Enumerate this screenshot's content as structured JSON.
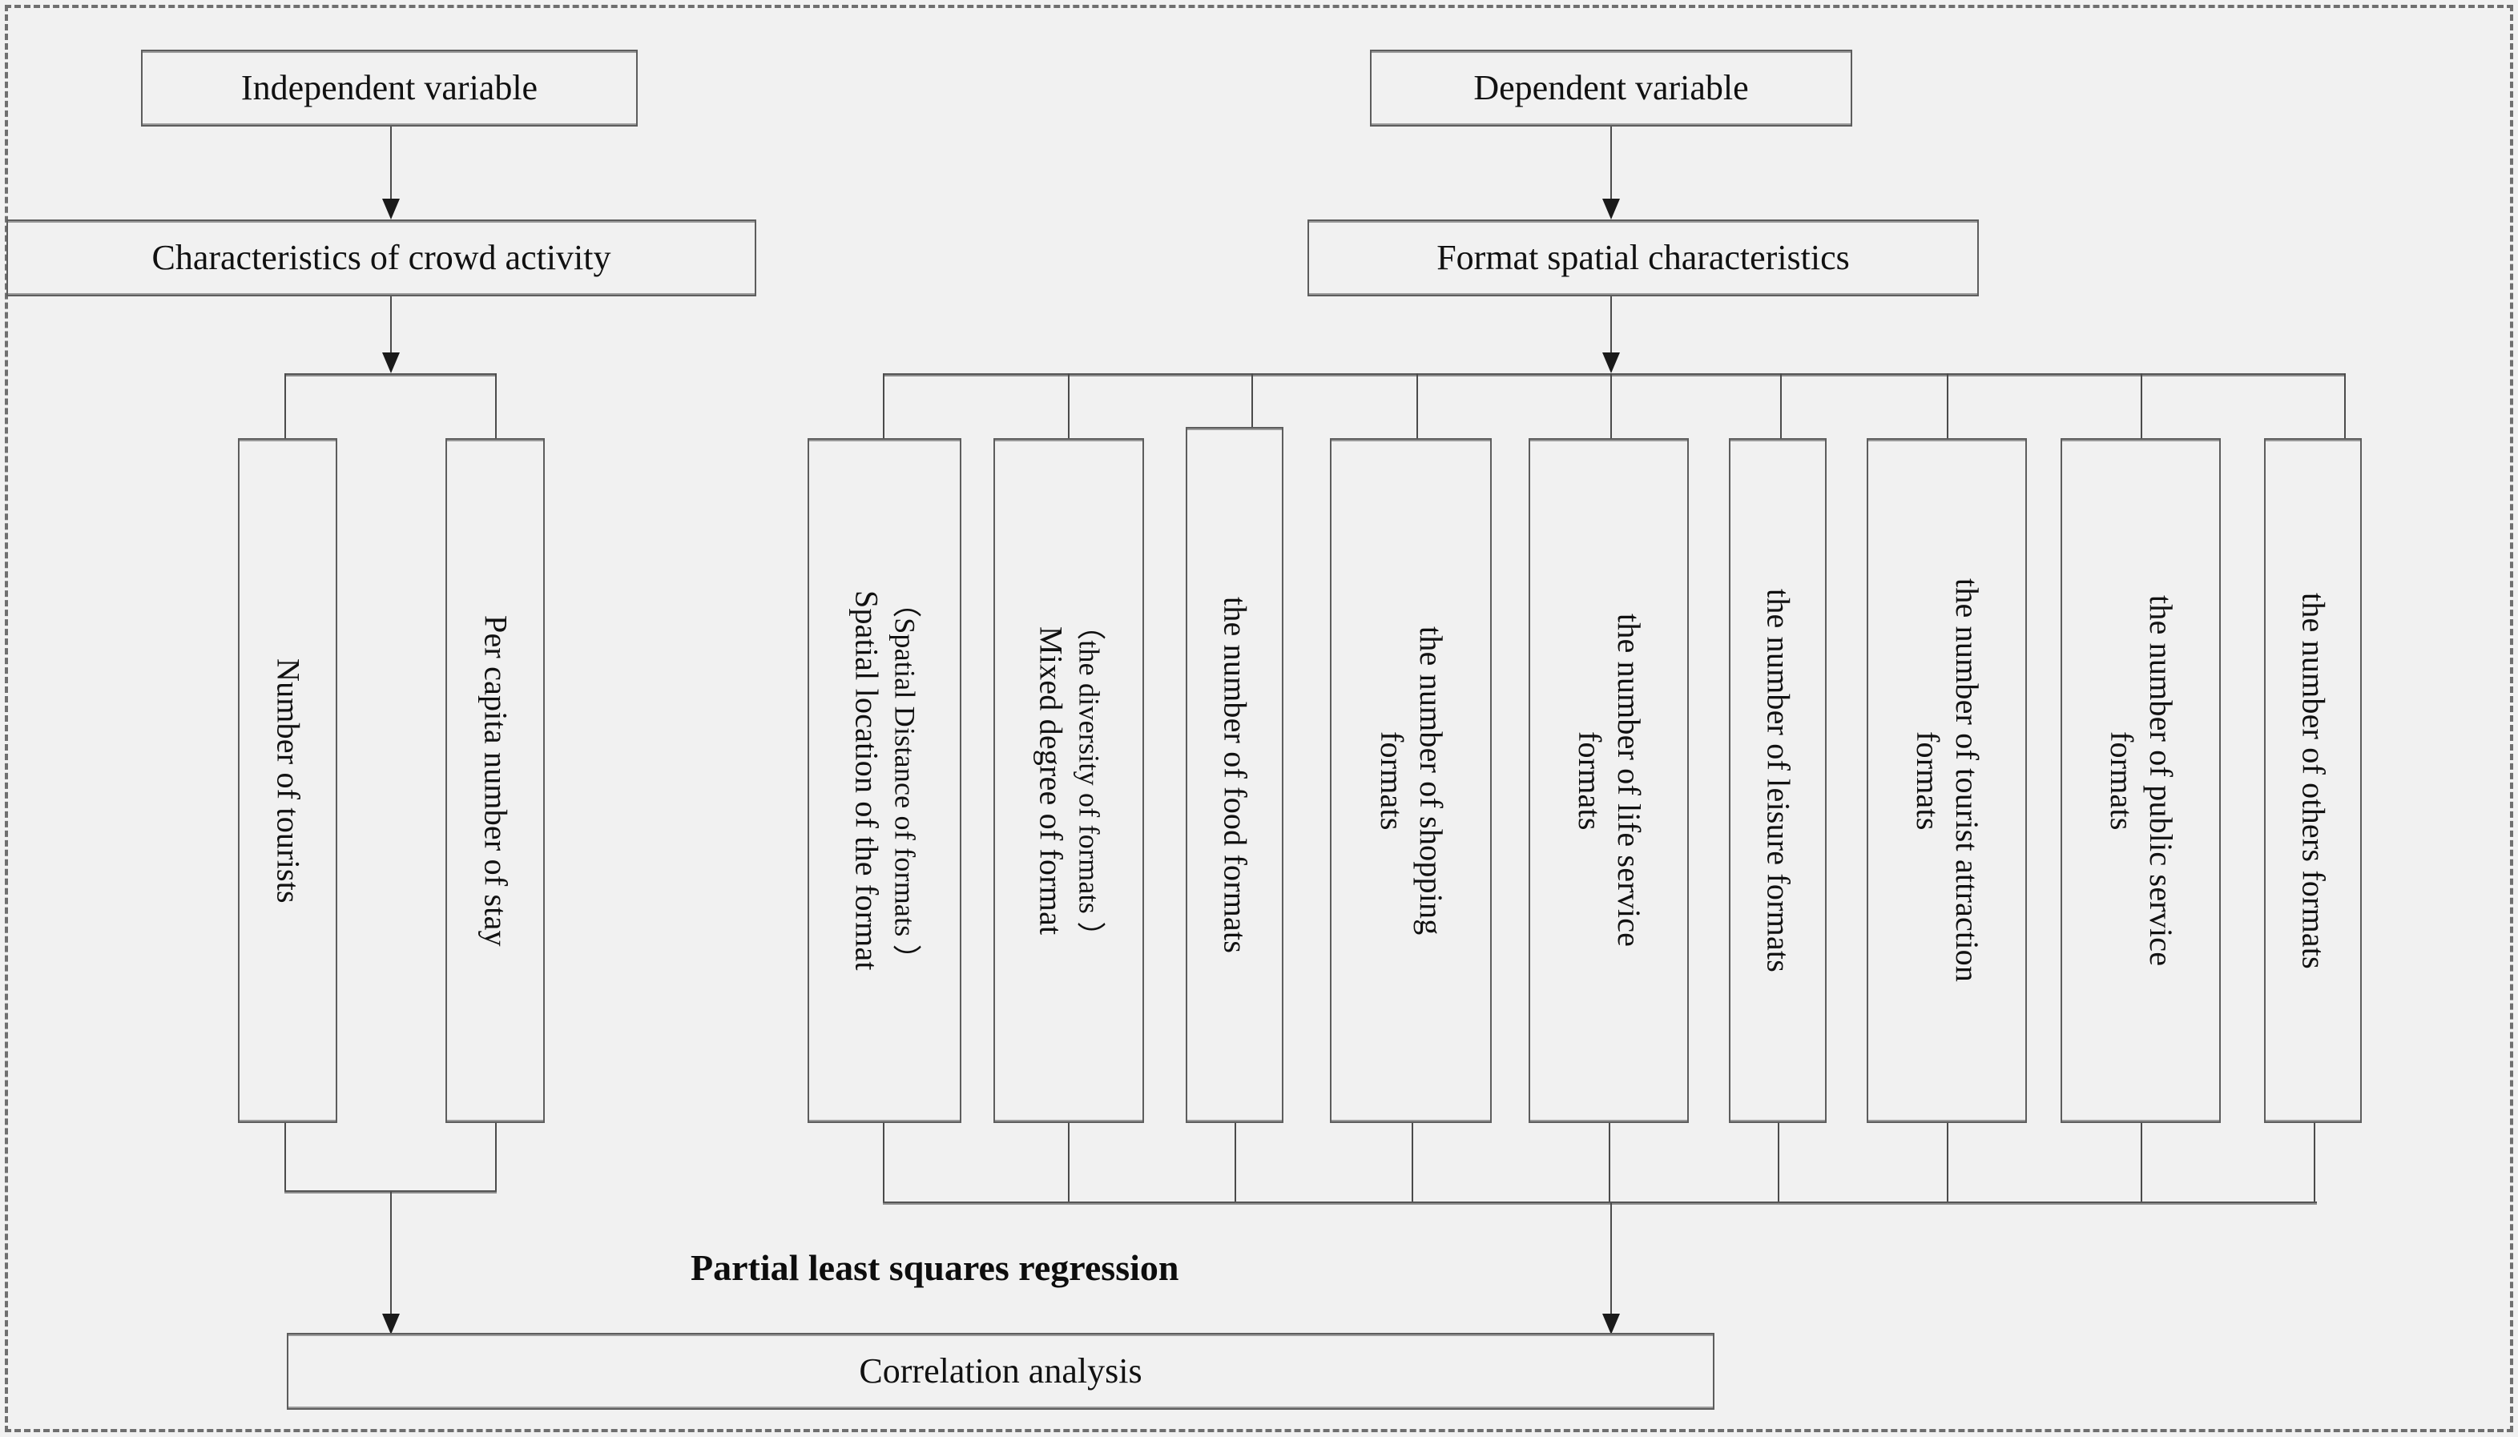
{
  "diagram": {
    "title_caption": "Partial least squares regression",
    "independent": {
      "header": "Independent variable",
      "category": "Characteristics of crowd activity",
      "items": [
        {
          "line1": "Number of tourists",
          "line2": ""
        },
        {
          "line1": "Per capita number of stay",
          "line2": ""
        }
      ]
    },
    "dependent": {
      "header": "Dependent variable",
      "category": "Format spatial  characteristics",
      "items": [
        {
          "line1": "Spatial location of the format",
          "line2": "（Spatial Distance of formats ）"
        },
        {
          "line1": "Mixed degree of format",
          "line2": "（the diversity of formats ）"
        },
        {
          "line1": "the number of food formats",
          "line2": ""
        },
        {
          "line1": "the number of shopping\nformats",
          "line2": ""
        },
        {
          "line1": "the number of life service\nformats",
          "line2": ""
        },
        {
          "line1": "the number of leisure formats",
          "line2": ""
        },
        {
          "line1": "the number of tourist attraction\nformats",
          "line2": ""
        },
        {
          "line1": "the number of public service\nformats",
          "line2": ""
        },
        {
          "line1": "the number of others formats",
          "line2": ""
        }
      ]
    },
    "result": {
      "label": "Correlation analysis"
    },
    "colors": {
      "background": "#f1f1f1",
      "box_border": "#5d5d5d",
      "connector": "#4b4b4b",
      "frame": "#6f6f6f",
      "text": "#111111"
    }
  }
}
